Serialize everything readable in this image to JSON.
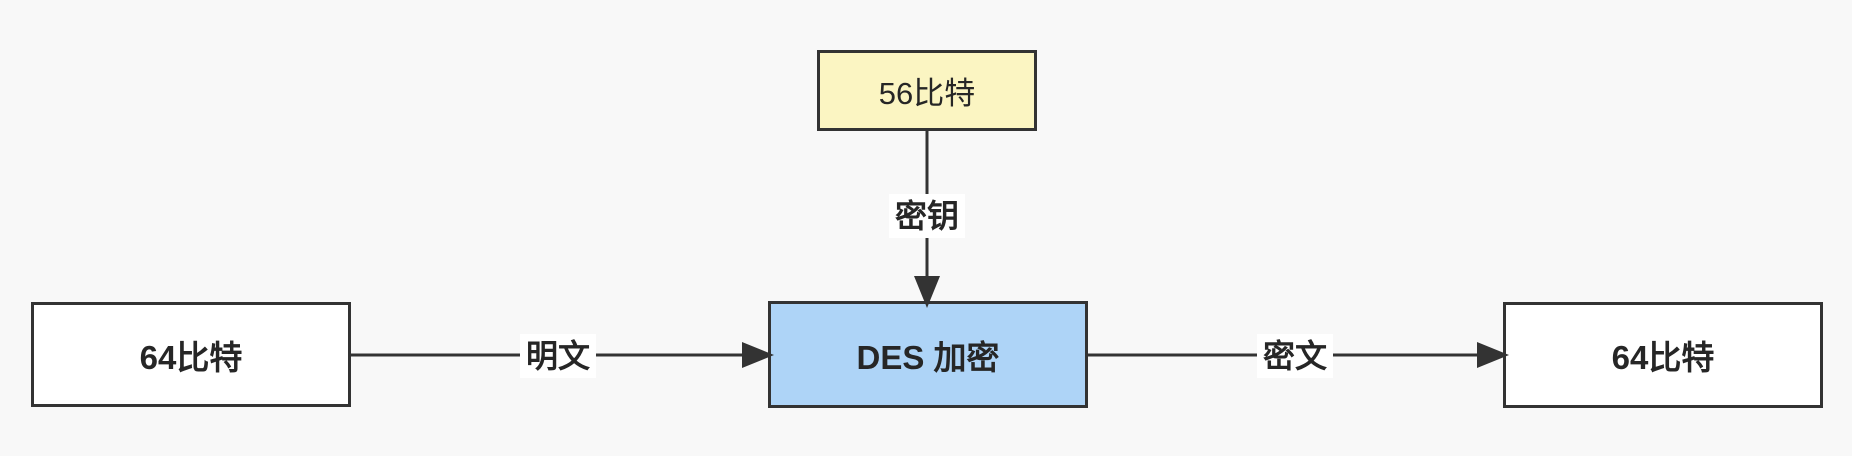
{
  "diagram": {
    "type": "flowchart",
    "nodes": {
      "key_bits": {
        "label": "56比特",
        "fill": "#fbf5c2",
        "shape": "rectangle"
      },
      "des_encrypt": {
        "label": "DES 加密",
        "fill": "#aed4f7",
        "shape": "rectangle"
      },
      "input_bits": {
        "label": "64比特",
        "fill": "#ffffff",
        "shape": "rectangle"
      },
      "output_bits": {
        "label": "64比特",
        "fill": "#ffffff",
        "shape": "rectangle"
      }
    },
    "edges": {
      "key": {
        "label": "密钥",
        "from": "key_bits",
        "to": "des_encrypt",
        "direction": "down"
      },
      "plaintext": {
        "label": "明文",
        "from": "input_bits",
        "to": "des_encrypt",
        "direction": "right"
      },
      "ciphertext": {
        "label": "密文",
        "from": "des_encrypt",
        "to": "output_bits",
        "direction": "right"
      }
    },
    "colors": {
      "background": "#f8f8f8",
      "border": "#333333",
      "line": "#333333",
      "text": "#262626",
      "label_background": "#ffffff"
    }
  }
}
